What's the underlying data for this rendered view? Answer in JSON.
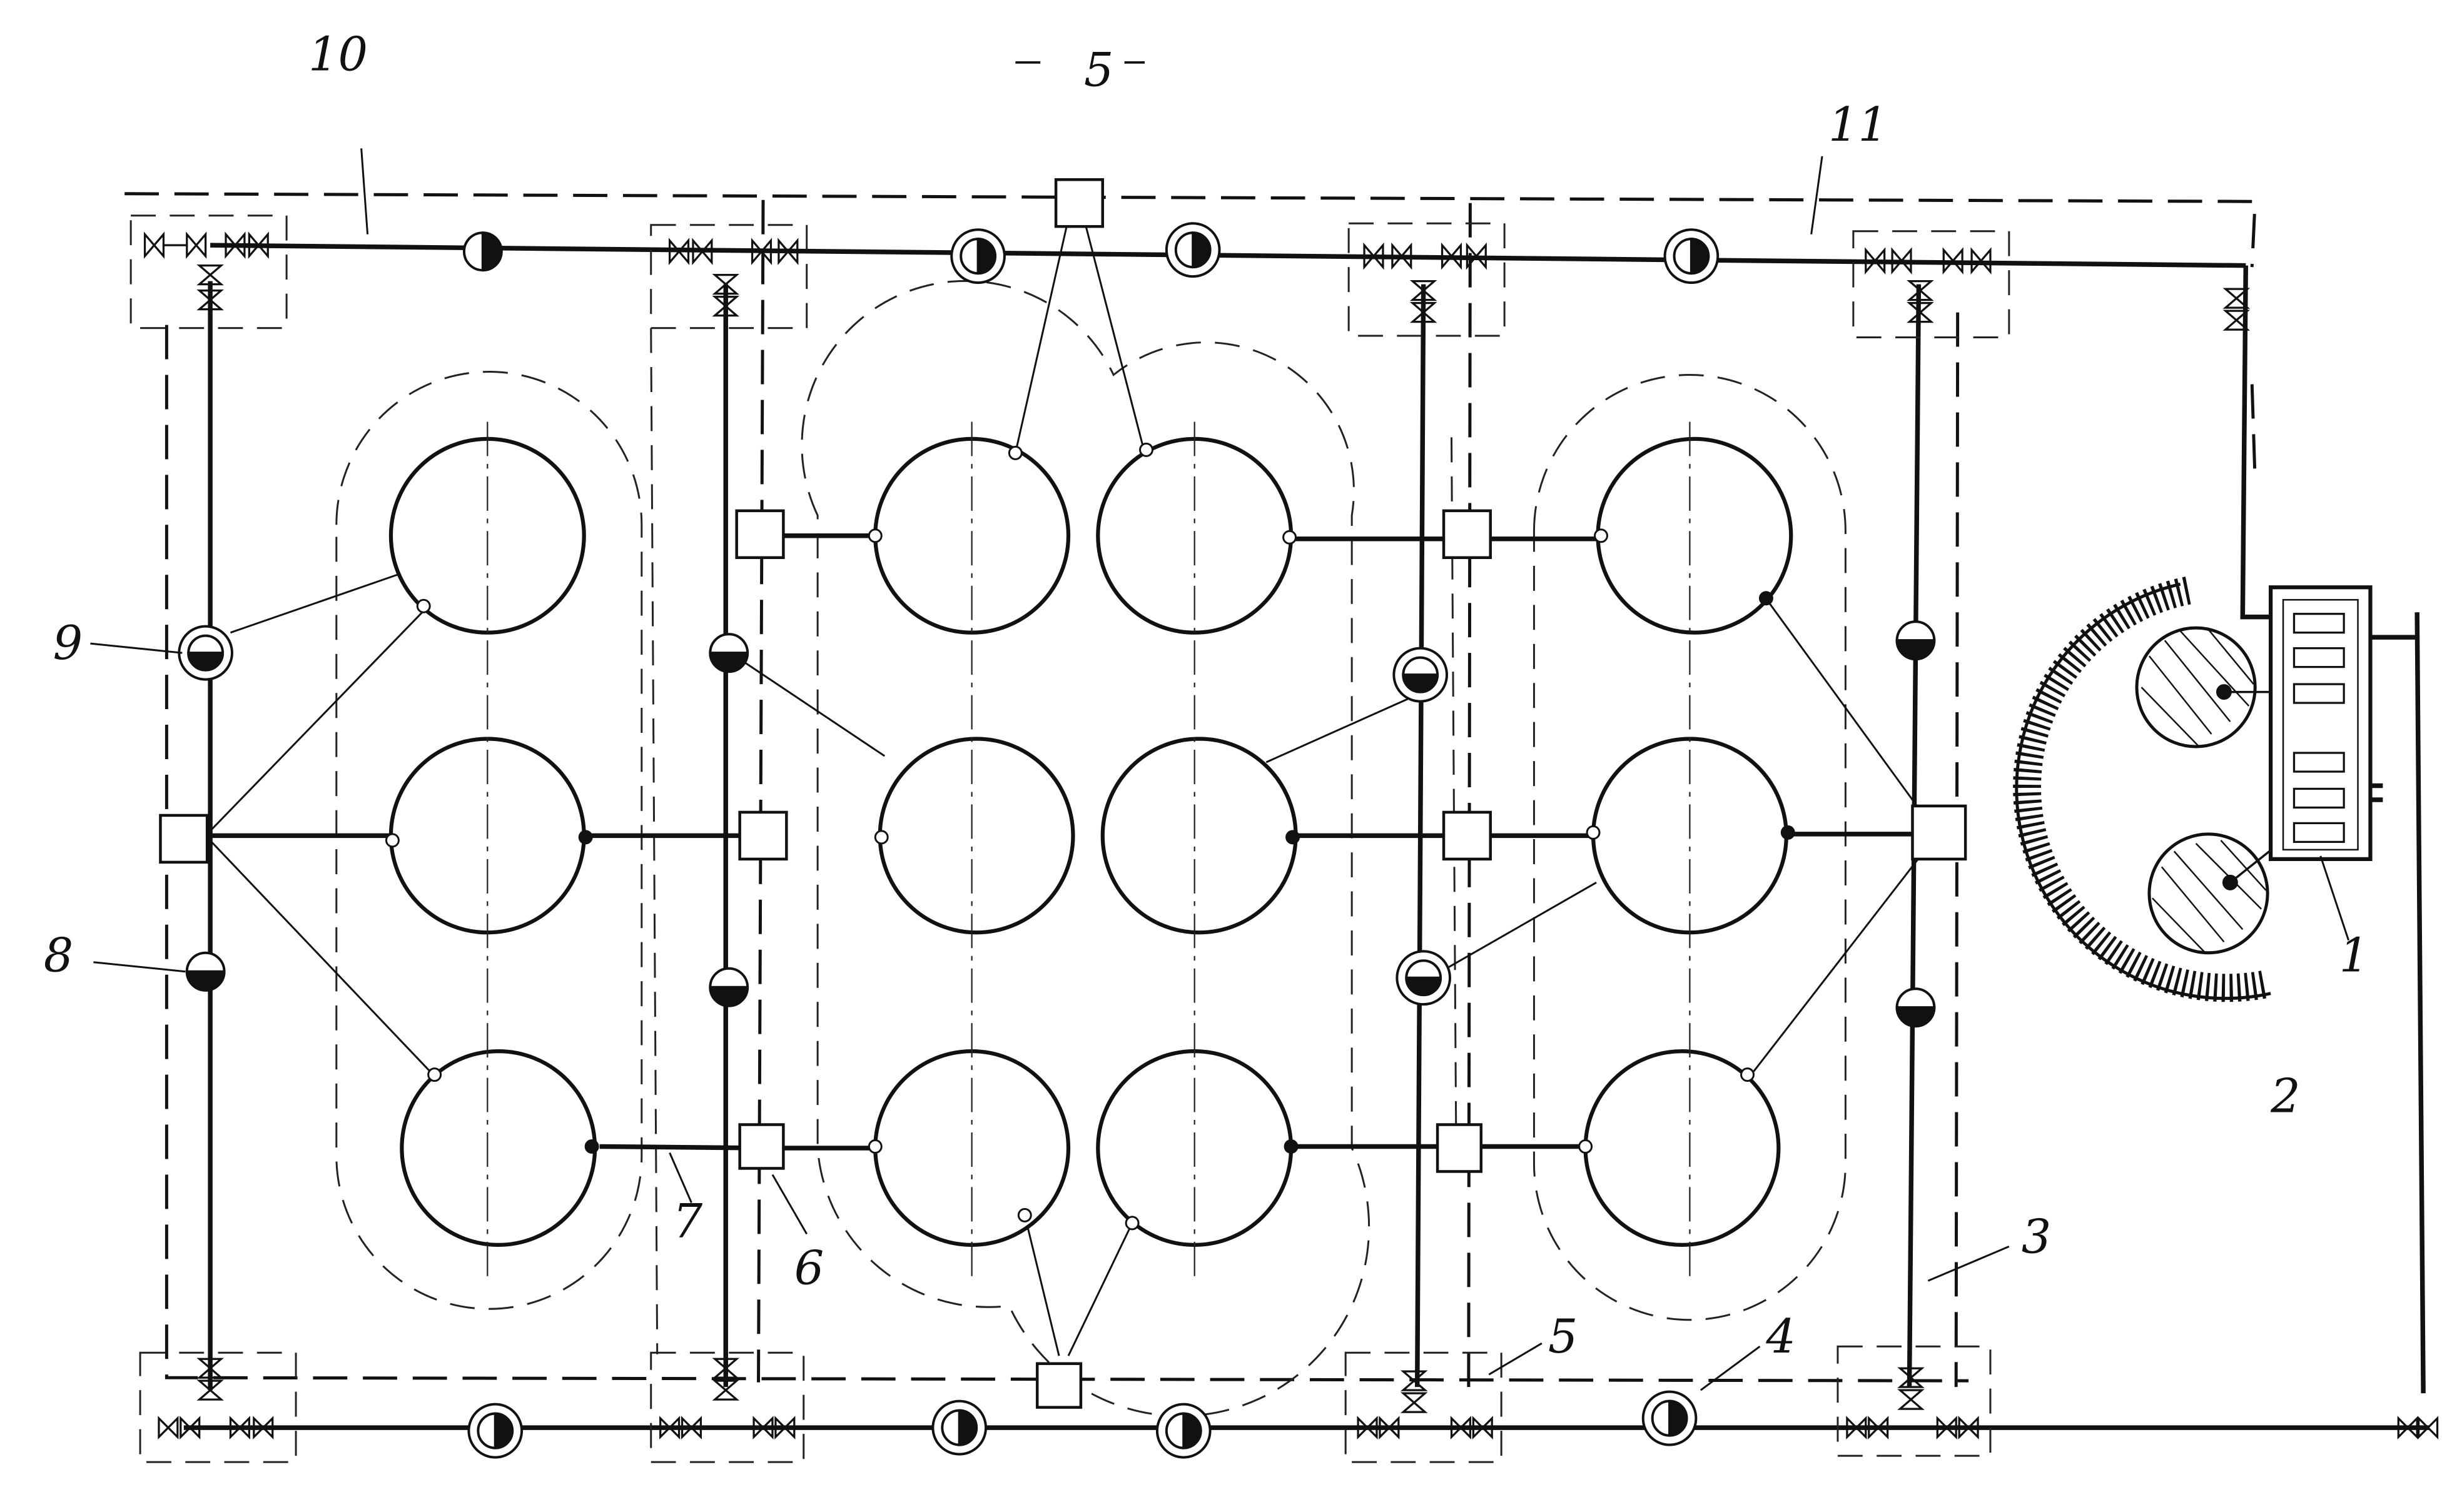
{
  "labels": {
    "l1": "1",
    "l2": "2",
    "l3": "3",
    "l4": "4",
    "l5_top": "5",
    "l5_bottom": "5",
    "l6": "6",
    "l7": "7",
    "l8": "8",
    "l9": "9",
    "l10": "10",
    "l11": "11"
  }
}
